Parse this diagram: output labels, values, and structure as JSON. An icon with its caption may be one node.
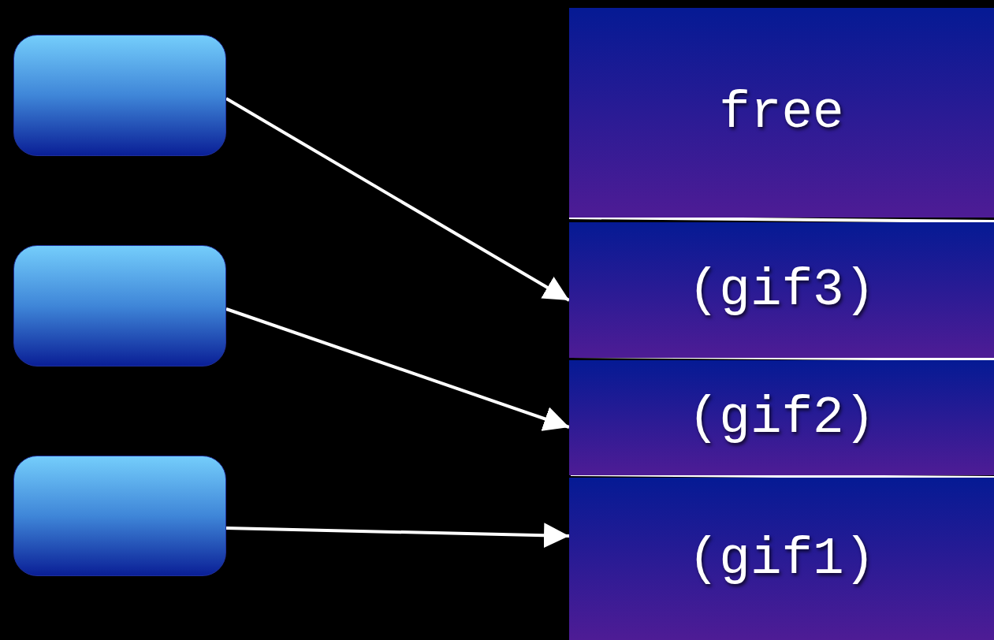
{
  "diagram": {
    "nodes": [
      {
        "text": [],
        "shape": "box"
      },
      {
        "text": [],
        "shape": "box"
      },
      {
        "text": [],
        "shape": "box"
      },
      {
        "text": [
          "free"
        ]
      },
      {
        "text": [
          "(gif3)"
        ]
      },
      {
        "text": [
          "(gif2)"
        ]
      },
      {
        "text": [
          "(gif1)"
        ]
      }
    ],
    "edges": [
      {
        "from": 0,
        "to": 4,
        "arrow": "to"
      },
      {
        "from": 1,
        "to": 5,
        "arrow": "to"
      },
      {
        "from": 2,
        "to": 6,
        "arrow": "to"
      }
    ]
  }
}
